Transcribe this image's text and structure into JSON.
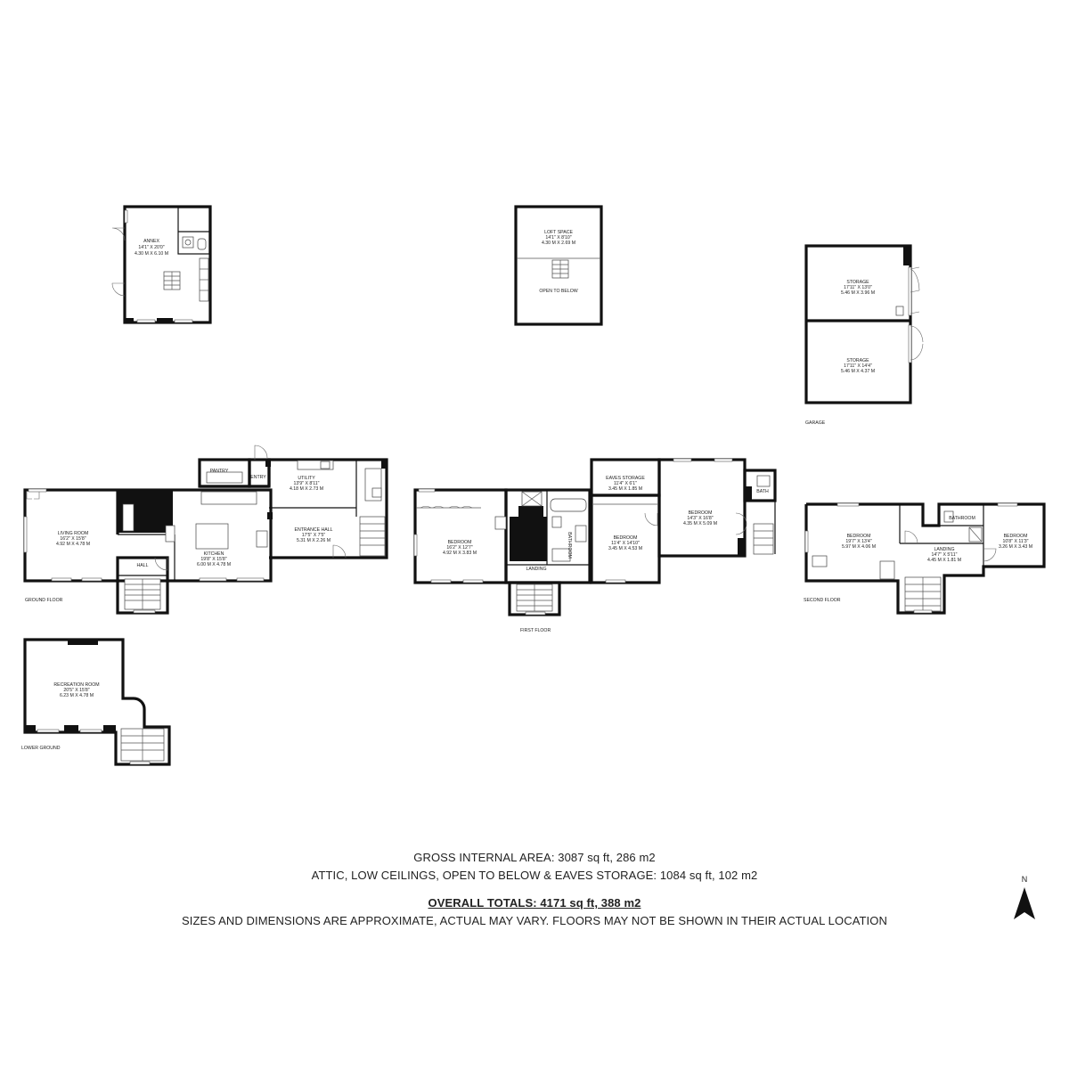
{
  "rooms": {
    "annex": {
      "name": "ANNEX",
      "imperial": "14'1\" X 20'0\"",
      "metric": "4.30 M X 6.10 M"
    },
    "loft": {
      "name": "LOFT SPACE",
      "imperial": "14'1\" X 8'10\"",
      "metric": "4.30 M X 2.69 M",
      "note": "OPEN TO BELOW"
    },
    "storage1": {
      "name": "STORAGE",
      "imperial": "17'11\" X 13'0\"",
      "metric": "5.46 M X 3.96 M"
    },
    "storage2": {
      "name": "STORAGE",
      "imperial": "17'11\" X 14'4\"",
      "metric": "5.46 M X 4.37 M"
    },
    "pantry": {
      "name": "PANTRY"
    },
    "entry": {
      "name": "ENTRY"
    },
    "utility": {
      "name": "UTILITY",
      "imperial": "13'9\" X 8'11\"",
      "metric": "4.18 M X 2.73 M"
    },
    "living": {
      "name": "LIVING ROOM",
      "imperial": "16'2\" X 15'8\"",
      "metric": "4.92 M X 4.78 M"
    },
    "kitchen": {
      "name": "KITCHEN",
      "imperial": "19'8\" X 15'8\"",
      "metric": "6.00 M X 4.78 M"
    },
    "entrance": {
      "name": "ENTRANCE HALL",
      "imperial": "17'5\" X 7'5\"",
      "metric": "5.31 M X 2.26 M"
    },
    "hall": {
      "name": "HALL"
    },
    "bed1": {
      "name": "BEDROOM",
      "imperial": "16'2\" X 12'7\"",
      "metric": "4.92 M X 3.83 M"
    },
    "bath1": {
      "name": "BATHROOM"
    },
    "landing1": {
      "name": "LANDING"
    },
    "eaves": {
      "name": "EAVES STORAGE",
      "imperial": "11'4\" X 6'1\"",
      "metric": "3.45 M X 1.85 M"
    },
    "bed2": {
      "name": "BEDROOM",
      "imperial": "11'4\" X 14'10\"",
      "metric": "3.45 M X 4.53 M"
    },
    "bed3": {
      "name": "BEDROOM",
      "imperial": "14'3\" X 16'8\"",
      "metric": "4.35 M X 5.09 M"
    },
    "bath2": {
      "name": "BATH"
    },
    "bed4": {
      "name": "BEDROOM",
      "imperial": "19'7\" X 13'4\"",
      "metric": "5.97 M X 4.06 M"
    },
    "bath3": {
      "name": "BATHROOM"
    },
    "landing2": {
      "name": "LANDING",
      "imperial": "14'7\" X 5'11\"",
      "metric": "4.45 M X 1.81 M"
    },
    "bed5": {
      "name": "BEDROOM",
      "imperial": "10'8\" X 11'3\"",
      "metric": "3.26 M X 3.43 M"
    },
    "recreation": {
      "name": "RECREATION ROOM",
      "imperial": "20'5\" X 15'8\"",
      "metric": "6.23 M X 4.78 M"
    }
  },
  "floors": {
    "garage": "GARAGE",
    "ground": "GROUND FLOOR",
    "first": "FIRST FLOOR",
    "second": "SECOND FLOOR",
    "lower": "LOWER GROUND"
  },
  "summary": {
    "gross": "GROSS INTERNAL AREA: 3087 sq ft, 286 m2",
    "attic": "ATTIC, LOW CEILINGS, OPEN TO BELOW & EAVES STORAGE: 1084 sq ft, 102 m2",
    "overall": "OVERALL TOTALS: 4171 sq ft, 388 m2",
    "disclaimer": "SIZES AND DIMENSIONS ARE APPROXIMATE, ACTUAL MAY VARY.  FLOORS MAY NOT BE SHOWN IN THEIR ACTUAL LOCATION"
  },
  "compass": {
    "label": "N",
    "icon": "north-arrow-icon"
  }
}
